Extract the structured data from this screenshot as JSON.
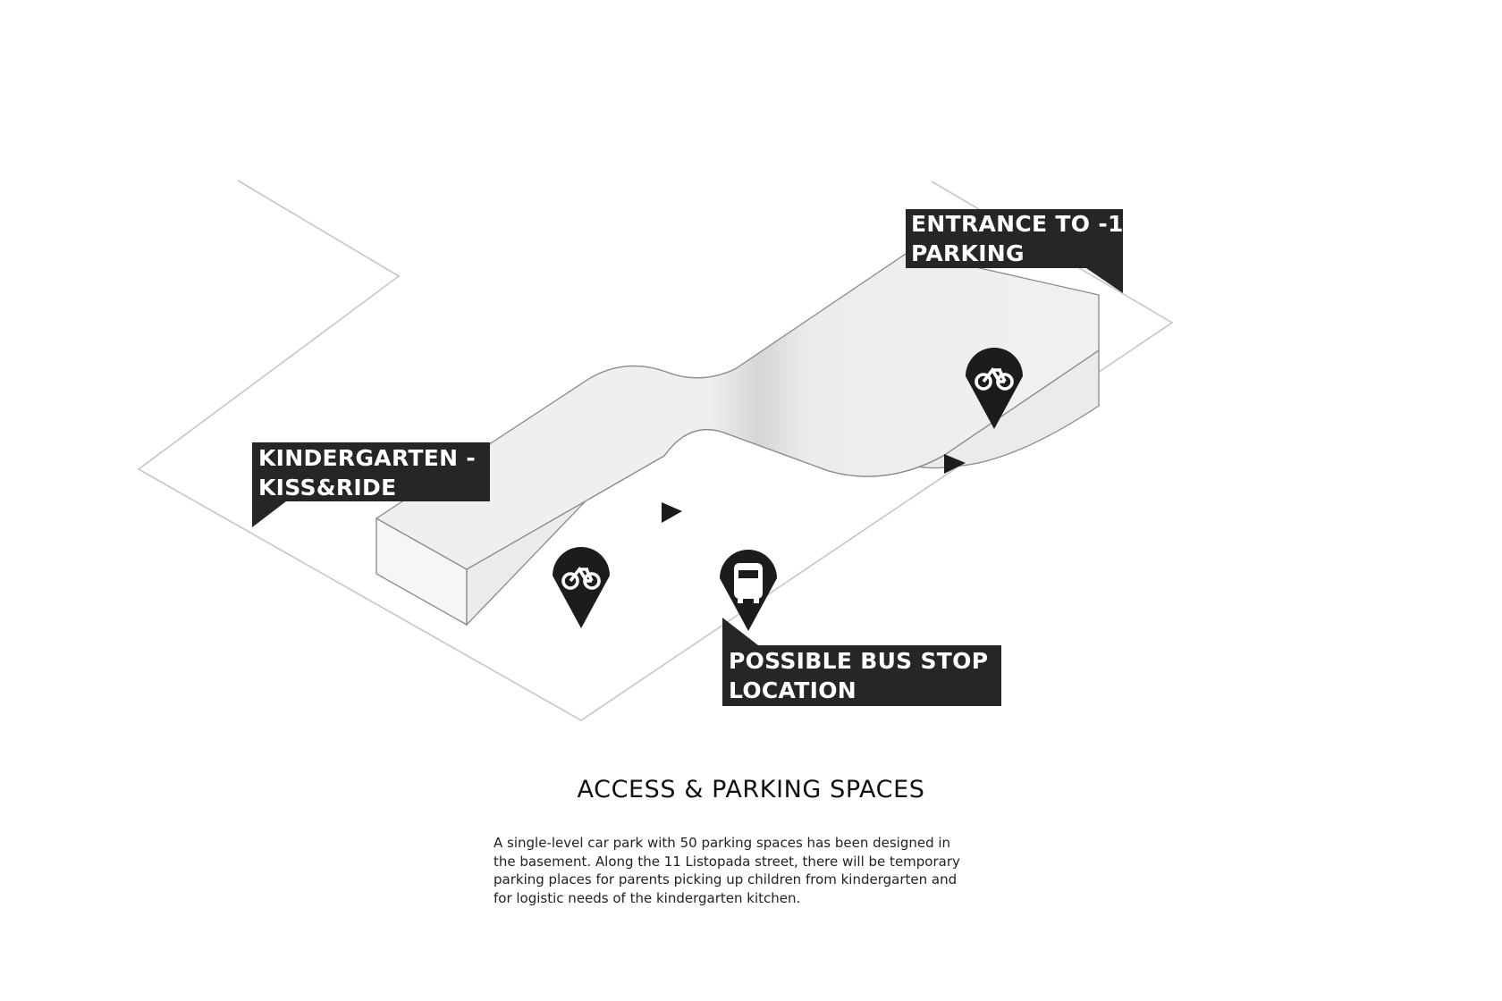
{
  "labels": {
    "entrance": {
      "line1": "ENTRANCE TO -1",
      "line2": "PARKING"
    },
    "kindergarten": {
      "line1": "KINDERGARTEN -",
      "line2": "KISS&RIDE"
    },
    "bus_stop": {
      "line1": "POSSIBLE BUS STOP",
      "line2": "LOCATION"
    }
  },
  "markers": [
    {
      "icon": "bicycle-icon"
    },
    {
      "icon": "bicycle-icon"
    },
    {
      "icon": "bus-icon"
    }
  ],
  "caption": {
    "title": "ACCESS & PARKING SPACES",
    "description_lines": [
      "A single-level car park with 50 parking spaces has been designed in",
      "the basement. Along the 11 Listopada street, there will be temporary",
      "parking places for parents picking up children from kindergarten and",
      "for logistic needs of the kindergarten kitchen."
    ]
  },
  "colors": {
    "label_bg": "#262626",
    "label_text": "#ffffff",
    "outline": "#c4c4c4",
    "volume": "#eeeeee",
    "marker": "#1c1c1c"
  }
}
